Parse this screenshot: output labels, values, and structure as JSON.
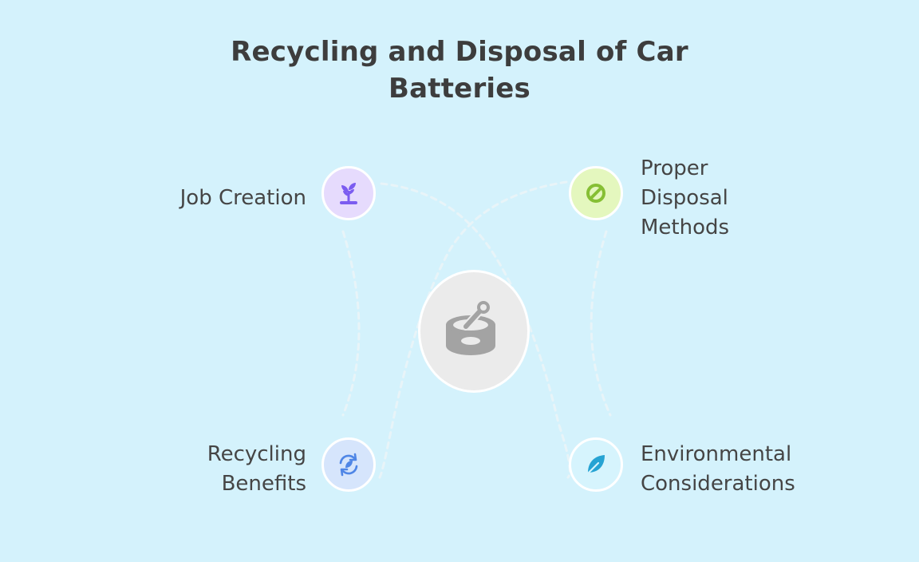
{
  "title": "Recycling and Disposal of Car Batteries",
  "center": {
    "icon": "battery-can-icon",
    "color": "#a3a3a3"
  },
  "nodes": [
    {
      "id": "job-creation",
      "lines": [
        "Job Creation"
      ],
      "icon": "sprout-icon",
      "bg": "#e6dbfd",
      "color": "#7b5cf0"
    },
    {
      "id": "proper-disposal-methods",
      "lines": [
        "Proper",
        "Disposal",
        "Methods"
      ],
      "icon": "prohibited-icon",
      "bg": "#e4f7be",
      "color": "#86bf34"
    },
    {
      "id": "recycling-benefits",
      "lines": [
        "Recycling",
        "Benefits"
      ],
      "icon": "recycle-leaf-icon",
      "bg": "#d6e5fc",
      "color": "#4f86e6"
    },
    {
      "id": "environmental-considerations",
      "lines": [
        "Environmental",
        "Considerations"
      ],
      "icon": "leaf-icon",
      "bg": "#d6f4fd",
      "color": "#26a3d3"
    }
  ]
}
